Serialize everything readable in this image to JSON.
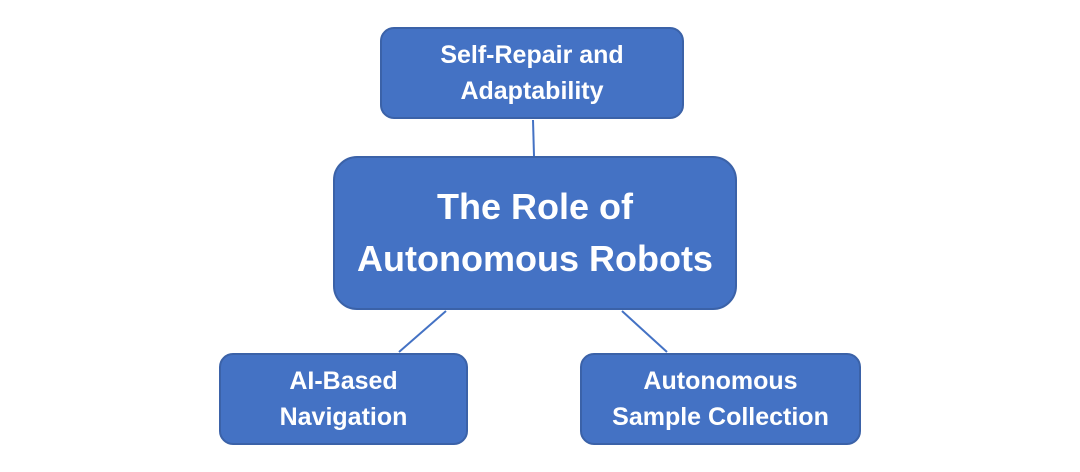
{
  "diagram": {
    "central_node": {
      "lines": [
        "The Role of",
        "Autonomous Robots"
      ]
    },
    "nodes": [
      {
        "id": "self-repair",
        "lines": [
          "Self-Repair and",
          "Adaptability"
        ]
      },
      {
        "id": "ai-navigation",
        "lines": [
          "AI-Based",
          "Navigation"
        ]
      },
      {
        "id": "sample-collection",
        "lines": [
          "Autonomous",
          "Sample Collection"
        ]
      }
    ],
    "edges": [
      {
        "from": "central",
        "to": "self-repair"
      },
      {
        "from": "central",
        "to": "ai-navigation"
      },
      {
        "from": "central",
        "to": "sample-collection"
      }
    ],
    "colors": {
      "node_fill": "#4472c4",
      "node_border": "#3b62a8",
      "text": "#ffffff",
      "connector": "#4472c4",
      "background": "#ffffff"
    }
  }
}
